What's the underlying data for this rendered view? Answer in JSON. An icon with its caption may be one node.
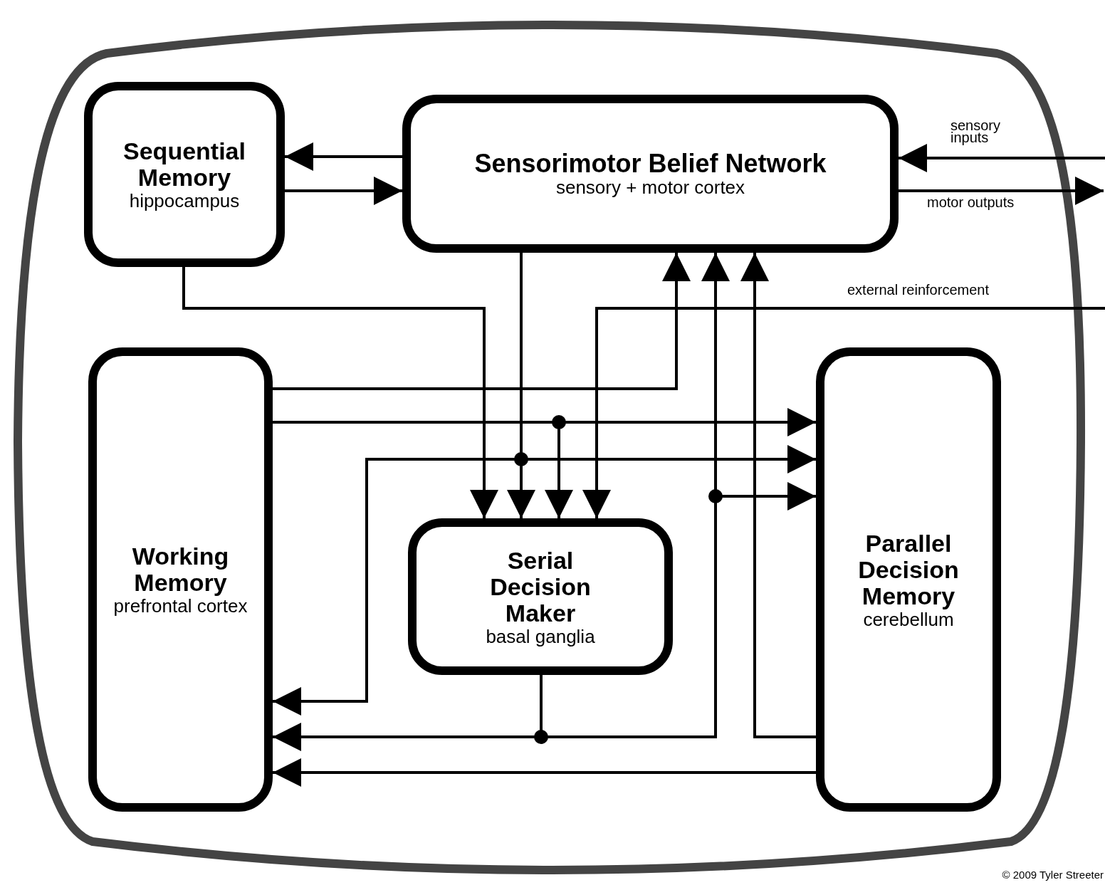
{
  "diagram": {
    "nodes": [
      {
        "text": [],
        "shape": "box"
      },
      {
        "text": [
          "Sequential Memory",
          "hippocampus"
        ],
        "in": 0
      },
      {
        "text": [
          "Sensorimotor Belief Network",
          "sensory + motor cortex"
        ],
        "in": 0
      },
      {
        "text": [
          "Working Memory",
          "prefrontal cortex"
        ],
        "in": 0
      },
      {
        "text": [
          "Serial Decision Maker",
          "basal ganglia"
        ],
        "in": 0
      },
      {
        "text": [
          "Parallel Decision Memory",
          "cerebellum"
        ],
        "in": 0
      }
    ],
    "edges": [
      {
        "from": 2,
        "to": 1,
        "arrow": "to"
      },
      {
        "from": 1,
        "to": 2,
        "arrow": "to"
      },
      {
        "from": null,
        "to": 2,
        "arrow": "to",
        "label": "sensory inputs"
      },
      {
        "from": 2,
        "to": null,
        "arrow": "to",
        "label": "motor outputs"
      },
      {
        "from": null,
        "to": 4,
        "arrow": "to",
        "label": "external reinforcement"
      },
      {
        "from": 1,
        "to": 4,
        "arrow": "to"
      },
      {
        "from": 2,
        "to": 4,
        "arrow": "to"
      },
      {
        "from": 2,
        "to": 5,
        "arrow": "to"
      },
      {
        "from": 2,
        "to": 3,
        "arrow": "to"
      },
      {
        "from": 3,
        "to": 2,
        "arrow": "to"
      },
      {
        "from": 3,
        "to": 5,
        "arrow": "to"
      },
      {
        "from": 3,
        "to": 4,
        "arrow": "to"
      },
      {
        "from": 4,
        "to": 3,
        "arrow": "to"
      },
      {
        "from": 4,
        "to": 2,
        "arrow": "to"
      },
      {
        "from": 4,
        "to": 5,
        "arrow": "to"
      },
      {
        "from": 5,
        "to": 2,
        "arrow": "to"
      },
      {
        "from": 5,
        "to": 3,
        "arrow": "to"
      }
    ],
    "labels": [
      "© 2009 Tyler Streeter"
    ]
  }
}
